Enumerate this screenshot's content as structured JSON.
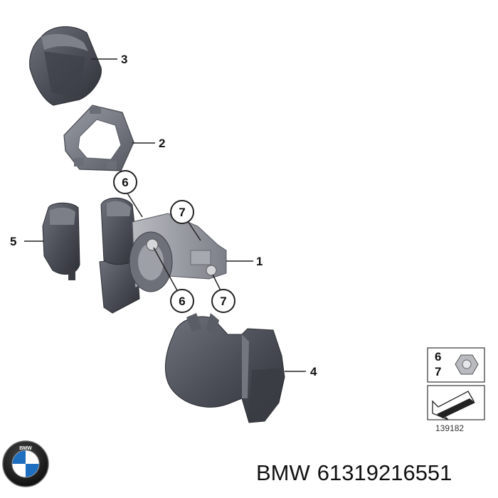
{
  "diagram": {
    "callouts": {
      "part_1": "1",
      "part_2": "2",
      "part_3": "3",
      "part_4": "4",
      "part_5": "5",
      "part_6_top": "6",
      "part_6_bottom": "6",
      "part_7_top": "7",
      "part_7_bottom": "7"
    },
    "legend": {
      "item_6": "6",
      "item_7": "7",
      "reference_code": "139182"
    }
  },
  "caption": {
    "brand": "BMW",
    "part_number": "61319216551"
  },
  "logo": {
    "brand_text": "BMW"
  },
  "colors": {
    "part_dark": "#4a4d56",
    "part_mid": "#686b75",
    "part_light": "#8b8e98",
    "hardware": "#9a9ca2"
  }
}
